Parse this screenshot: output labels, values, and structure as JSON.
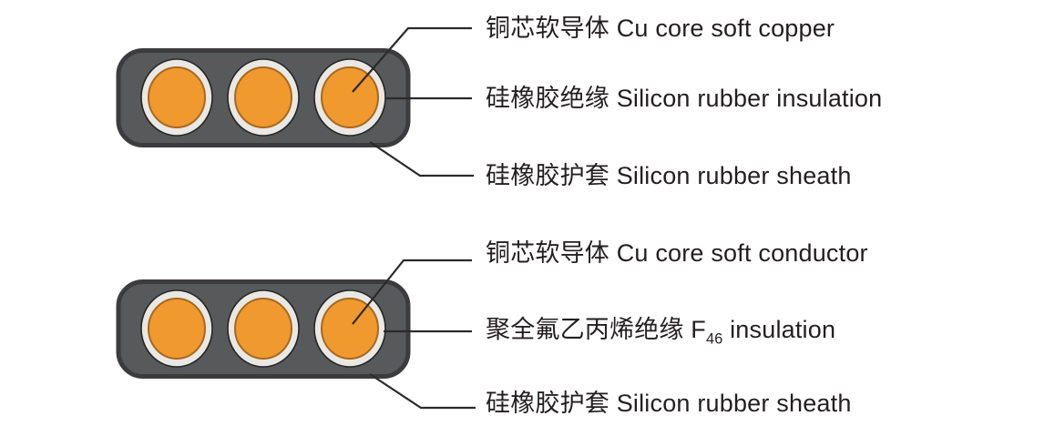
{
  "colors": {
    "background": "#FFFFFF",
    "sheath_fill": "#58595B",
    "sheath_stroke": "#3C3C3E",
    "insulation_fill": "#E9E8E4",
    "insulation_stroke": "#262626",
    "core_fill": "#F0992F",
    "core_stroke": "#A8681D",
    "leader_line": "#2A2A2A",
    "label_text": "#231F20"
  },
  "top_diagram": {
    "labels": [
      {
        "text": "铜芯软导体 Cu core soft copper"
      },
      {
        "text": "硅橡胶绝缘 Silicon rubber insulation"
      },
      {
        "text": "硅橡胶护套 Silicon rubber sheath"
      }
    ]
  },
  "bottom_diagram": {
    "labels": [
      {
        "text": "铜芯软导体 Cu core soft conductor"
      },
      {
        "text_pre": "聚全氟乙丙烯绝缘 F",
        "text_sub": "46",
        "text_post": " insulation"
      },
      {
        "text": "硅橡胶护套 Silicon rubber sheath"
      }
    ]
  }
}
